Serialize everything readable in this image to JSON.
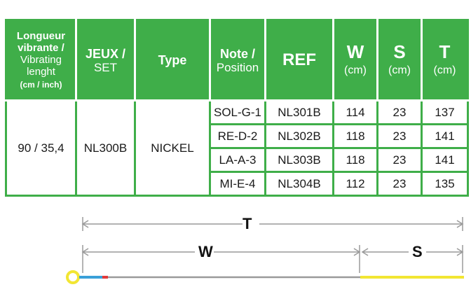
{
  "headers": {
    "length": {
      "line1": "Longueur",
      "line2": "vibrante /",
      "line3": "Vibrating",
      "line4": "lenght",
      "unit": "(cm / inch)"
    },
    "set": {
      "line1": "JEUX /",
      "line2": "SET"
    },
    "type": {
      "label": "Type"
    },
    "note": {
      "line1": "Note /",
      "line2": "Position"
    },
    "ref": {
      "label": "REF"
    },
    "w": {
      "label": "W",
      "unit": "(cm)"
    },
    "s": {
      "label": "S",
      "unit": "(cm)"
    },
    "t": {
      "label": "T",
      "unit": "(cm)"
    }
  },
  "shared": {
    "length": "90 / 35,4",
    "set": "NL300B",
    "type": "NICKEL"
  },
  "rows": [
    {
      "note": "SOL-G-1",
      "ref": "NL301B",
      "w": "114",
      "s": "23",
      "t": "137"
    },
    {
      "note": "RE-D-2",
      "ref": "NL302B",
      "w": "118",
      "s": "23",
      "t": "141"
    },
    {
      "note": "LA-A-3",
      "ref": "NL303B",
      "w": "118",
      "s": "23",
      "t": "141"
    },
    {
      "note": "MI-E-4",
      "ref": "NL304B",
      "w": "112",
      "s": "23",
      "t": "135"
    }
  ],
  "diagram": {
    "t_label": "T",
    "w_label": "W",
    "s_label": "S",
    "colors": {
      "ring": "#f2e633",
      "blue": "#3aa0d8",
      "red": "#e23a3a",
      "string": "#9a9a9a",
      "wrap": "#f2e633",
      "arrow": "#9a9a9a",
      "header_green": "#3fae49"
    }
  }
}
